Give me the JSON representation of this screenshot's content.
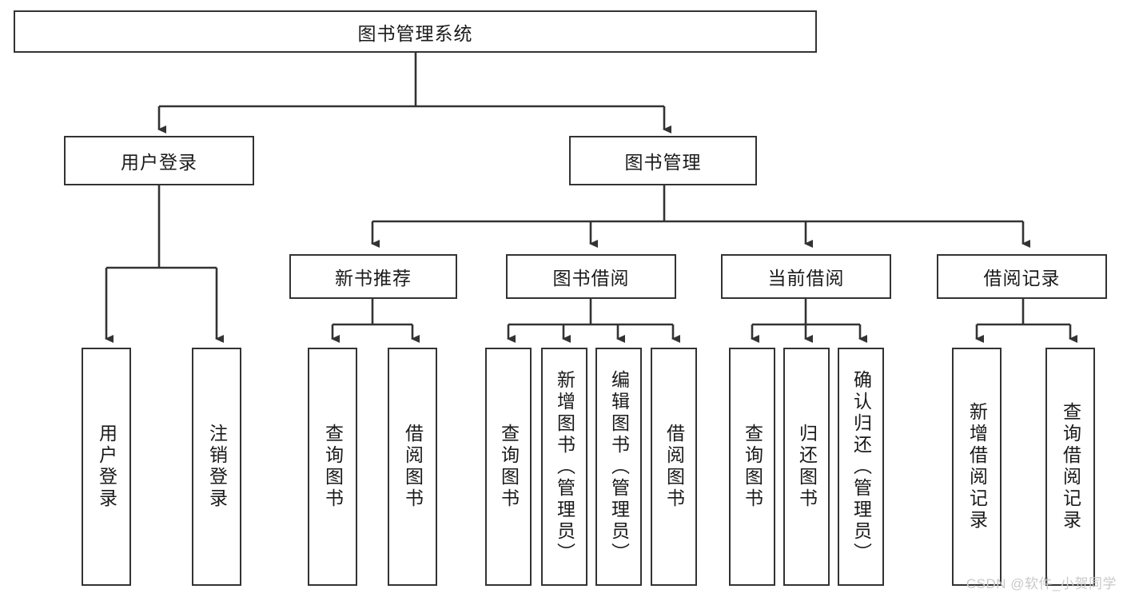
{
  "diagram": {
    "title": "图书管理系统",
    "type": "tree-hierarchy",
    "stroke_color": "#333333",
    "text_color": "#1a1a1a",
    "background_color": "#ffffff",
    "watermark": "CSDN @软件_小贺同学"
  },
  "root": {
    "label": "图书管理系统"
  },
  "level2": [
    {
      "label": "用户登录"
    },
    {
      "label": "图书管理"
    }
  ],
  "level3": [
    {
      "label": "新书推荐"
    },
    {
      "label": "图书借阅"
    },
    {
      "label": "当前借阅"
    },
    {
      "label": "借阅记录"
    }
  ],
  "leaves": {
    "user_login": [
      {
        "label": "用户登录"
      },
      {
        "label": "注销登录"
      }
    ],
    "new_book_recommend": [
      {
        "label": "查询图书"
      },
      {
        "label": "借阅图书"
      }
    ],
    "book_borrow": [
      {
        "label": "查询图书"
      },
      {
        "label": "新增图书（管理员）"
      },
      {
        "label": "编辑图书（管理员）"
      },
      {
        "label": "借阅图书"
      }
    ],
    "current_borrow": [
      {
        "label": "查询图书"
      },
      {
        "label": "归还图书"
      },
      {
        "label": "确认归还（管理员）"
      }
    ],
    "borrow_record": [
      {
        "label": "新增借阅记录"
      },
      {
        "label": "查询借阅记录"
      }
    ]
  }
}
